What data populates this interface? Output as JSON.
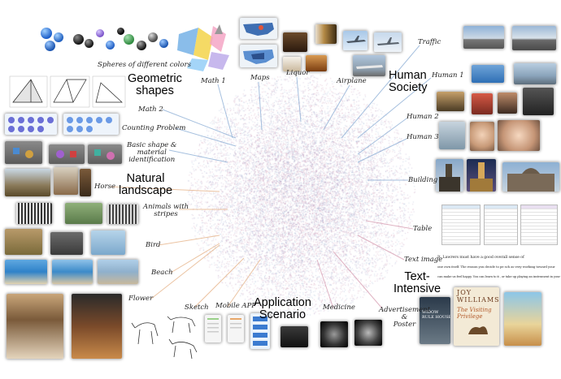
{
  "colors": {
    "scatter_pink": "#c98aa6",
    "scatter_blue": "#8fa6c9",
    "scatter_purple": "#a98cba",
    "leader_blue": "#8fb0d6",
    "leader_orange": "#e6b48a",
    "leader_pink": "#d8a0b4"
  },
  "groups": {
    "geometric": "Geometric\nshapes",
    "natural": "Natural\nlandscape",
    "human_society": "Human\nSociety",
    "text_intensive": "Text-\nIntensive",
    "application": "Application\nScenario"
  },
  "labels": {
    "spheres": "Spheres of different colors",
    "math1": "Math 1",
    "maps": "Maps",
    "liquor": "Liquor",
    "airplane": "Airplane",
    "traffic": "Traffic",
    "human1": "Human 1",
    "human2": "Human 2",
    "human3": "Human 3",
    "building": "Building",
    "table": "Table",
    "text_image": "Text image",
    "advertisement": "Advertisement\n&\nPoster",
    "medicine": "Medicine",
    "mobile_app": "Mobile APP",
    "sketch": "Sketch",
    "flower": "Flower",
    "beach": "Beach",
    "bird": "Bird",
    "animals_stripes": "Animals with\nstripes",
    "horse": "Horse",
    "basic_shape": "Basic shape &\nmaterial\nidentification",
    "counting": "Counting Problem",
    "math2": "Math 2"
  },
  "thumbnails": {
    "text_image_line1": "It. Lawrers must have a good overall sense of",
    "text_image_line2": "one own itself. The reason you decide to pe sch as very working toward your",
    "text_image_line3": "can make us feel happy. You can learn to it , or take up playing an instrument in your",
    "book_author": "JOY\nWILLIAMS",
    "book_title": "The Visiting\nPrivilege",
    "poster_text": "WIDOW\nRULE HOUSE"
  }
}
